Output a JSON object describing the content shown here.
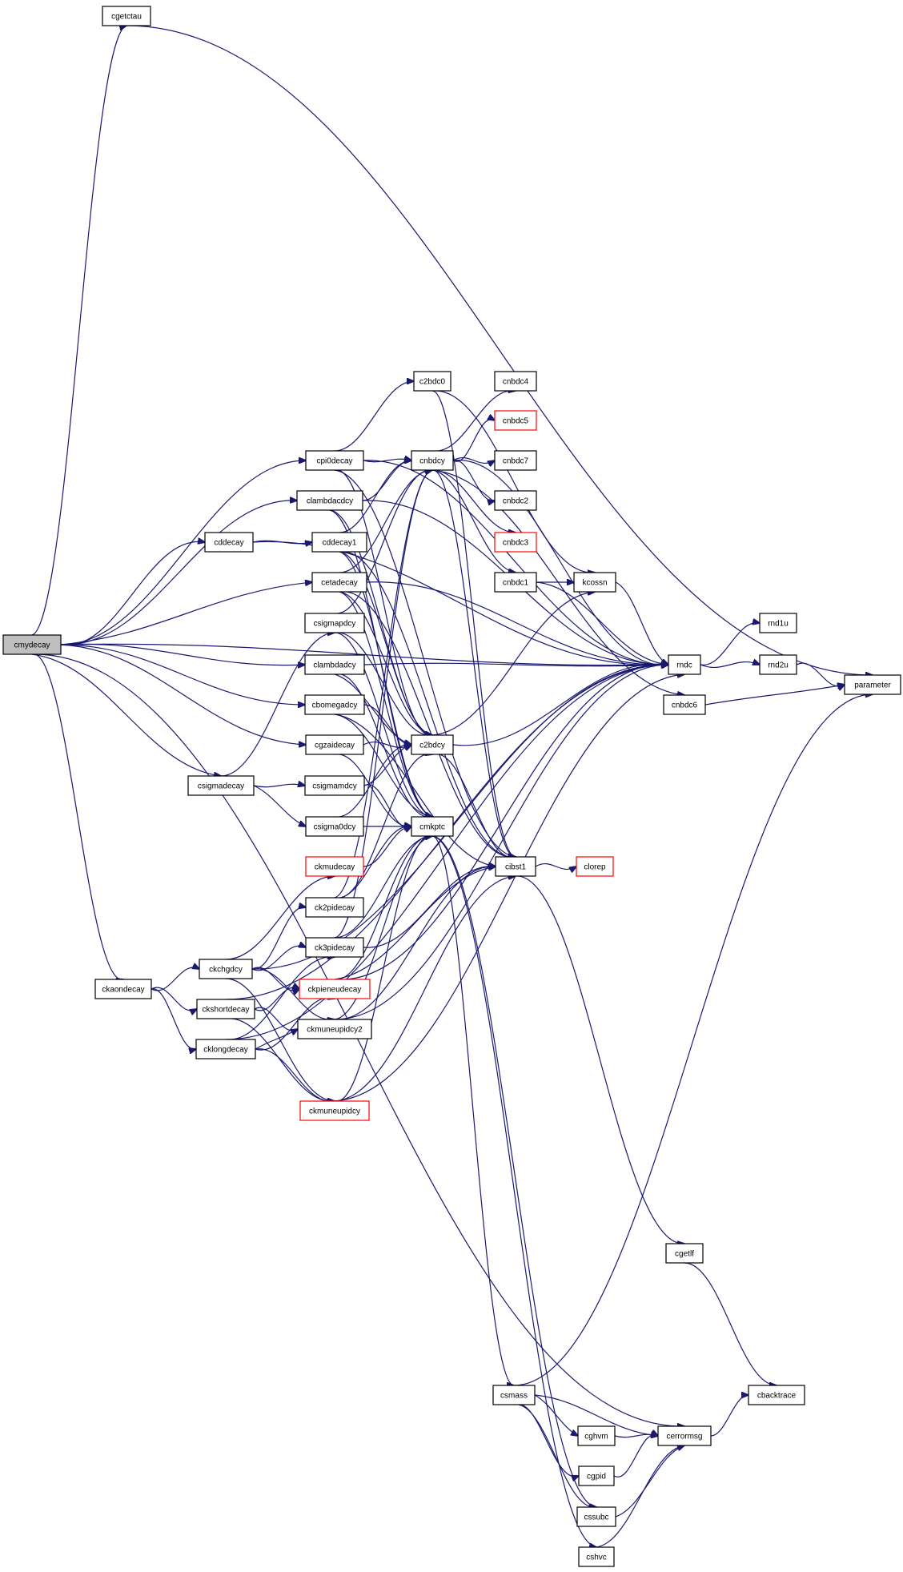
{
  "colors": {
    "edge": "#191970",
    "border": "#000000",
    "border_truncated": "#ff0000",
    "root_fill": "#bfbfbf"
  },
  "nodes": [
    {
      "id": "cmydecay",
      "label": "cmydecay",
      "root": true
    },
    {
      "id": "cgetctau",
      "label": "cgetctau"
    },
    {
      "id": "parameter",
      "label": "parameter"
    },
    {
      "id": "mdc",
      "label": "rndc"
    },
    {
      "id": "md1u",
      "label": "rnd1u"
    },
    {
      "id": "md2u",
      "label": "rnd2u"
    },
    {
      "id": "c2bdc0",
      "label": "c2bdc0"
    },
    {
      "id": "cnbdc4",
      "label": "cnbdc4"
    },
    {
      "id": "cnbdc5",
      "label": "cnbdc5",
      "truncated": true
    },
    {
      "id": "cpi0decay",
      "label": "cpi0decay"
    },
    {
      "id": "cnbdcy",
      "label": "cnbdcy"
    },
    {
      "id": "cnbdc7",
      "label": "cnbdc7"
    },
    {
      "id": "clambdacdcy",
      "label": "clambdacdcy"
    },
    {
      "id": "cnbdc2",
      "label": "cnbdc2"
    },
    {
      "id": "cddecay",
      "label": "cddecay"
    },
    {
      "id": "cddecay1",
      "label": "cddecay1"
    },
    {
      "id": "cnbdc3",
      "label": "cnbdc3",
      "truncated": true
    },
    {
      "id": "cetadecay",
      "label": "cetadecay"
    },
    {
      "id": "cnbdc1",
      "label": "cnbdc1"
    },
    {
      "id": "kcossn",
      "label": "kcossn"
    },
    {
      "id": "csigmapdcy",
      "label": "csigmapdcy"
    },
    {
      "id": "clambdadcy",
      "label": "clambdadcy"
    },
    {
      "id": "cbomegadcy",
      "label": "cbomegadcy"
    },
    {
      "id": "cnbdc6",
      "label": "cnbdc6"
    },
    {
      "id": "cgzaidecay",
      "label": "cgzaidecay"
    },
    {
      "id": "c2bdcy",
      "label": "c2bdcy"
    },
    {
      "id": "csigmadecay",
      "label": "csigmadecay"
    },
    {
      "id": "csigmamdcy",
      "label": "csigmamdcy"
    },
    {
      "id": "csigma0dcy",
      "label": "csigma0dcy"
    },
    {
      "id": "cmkptc",
      "label": "cmkptc"
    },
    {
      "id": "ckmudecay",
      "label": "ckmudecay",
      "truncated": true
    },
    {
      "id": "cibst1",
      "label": "cibst1"
    },
    {
      "id": "clorep",
      "label": "clorep",
      "truncated": true
    },
    {
      "id": "ck2pidecay",
      "label": "ck2pidecay"
    },
    {
      "id": "ck3pidecay",
      "label": "ck3pidecay"
    },
    {
      "id": "ckchgdcy",
      "label": "ckchgdcy"
    },
    {
      "id": "ckaondecay",
      "label": "ckaondecay"
    },
    {
      "id": "ckpieneudecay",
      "label": "ckpieneudecay",
      "truncated": true
    },
    {
      "id": "ckshortdecay",
      "label": "ckshortdecay"
    },
    {
      "id": "ckmuneupidcy2",
      "label": "ckmuneupidcy2"
    },
    {
      "id": "cklongdecay",
      "label": "cklongdecay"
    },
    {
      "id": "ckmuneupidcy",
      "label": "ckmuneupidcy",
      "truncated": true
    },
    {
      "id": "cgetlf",
      "label": "cgetlf"
    },
    {
      "id": "csmass",
      "label": "csmass"
    },
    {
      "id": "cbacktrace",
      "label": "cbacktrace"
    },
    {
      "id": "cghvm",
      "label": "cghvm"
    },
    {
      "id": "cerrormsg",
      "label": "cerrormsg"
    },
    {
      "id": "cgpid",
      "label": "cgpid"
    },
    {
      "id": "cssubc",
      "label": "cssubc"
    },
    {
      "id": "cshvc",
      "label": "cshvc"
    }
  ],
  "edges": [
    [
      "cmydecay",
      "cgetctau"
    ],
    [
      "cmydecay",
      "mdc"
    ],
    [
      "cmydecay",
      "cpi0decay"
    ],
    [
      "cmydecay",
      "clambdacdcy"
    ],
    [
      "cmydecay",
      "cddecay"
    ],
    [
      "cmydecay",
      "cetadecay"
    ],
    [
      "cmydecay",
      "clambdadcy"
    ],
    [
      "cmydecay",
      "cbomegadcy"
    ],
    [
      "cmydecay",
      "cgzaidecay"
    ],
    [
      "cmydecay",
      "csigmadecay"
    ],
    [
      "cmydecay",
      "ckaondecay"
    ],
    [
      "cmydecay",
      "cerrormsg"
    ],
    [
      "cgetctau",
      "parameter"
    ],
    [
      "mdc",
      "md1u"
    ],
    [
      "mdc",
      "md2u"
    ],
    [
      "md2u",
      "parameter"
    ],
    [
      "cpi0decay",
      "mdc"
    ],
    [
      "cpi0decay",
      "c2bdc0"
    ],
    [
      "cpi0decay",
      "cnbdcy"
    ],
    [
      "cpi0decay",
      "cibst1"
    ],
    [
      "cpi0decay",
      "c2bdcy"
    ],
    [
      "c2bdc0",
      "kcossn"
    ],
    [
      "c2bdc0",
      "cibst1"
    ],
    [
      "cnbdcy",
      "cnbdc4"
    ],
    [
      "cnbdcy",
      "cnbdc5"
    ],
    [
      "cnbdcy",
      "cnbdc7"
    ],
    [
      "cnbdcy",
      "cnbdc2"
    ],
    [
      "cnbdcy",
      "cnbdc3"
    ],
    [
      "cnbdcy",
      "cnbdc1"
    ],
    [
      "cnbdcy",
      "cnbdc6"
    ],
    [
      "cnbdcy",
      "mdc"
    ],
    [
      "cnbdcy",
      "cibst1"
    ],
    [
      "cnbdc1",
      "kcossn"
    ],
    [
      "cnbdc1",
      "mdc"
    ],
    [
      "kcossn",
      "mdc"
    ],
    [
      "cnbdc6",
      "parameter"
    ],
    [
      "clambdacdcy",
      "mdc"
    ],
    [
      "clambdacdcy",
      "cnbdcy"
    ],
    [
      "clambdacdcy",
      "c2bdcy"
    ],
    [
      "clambdacdcy",
      "cmkptc"
    ],
    [
      "cddecay",
      "mdc"
    ],
    [
      "cddecay",
      "cddecay1"
    ],
    [
      "cddecay1",
      "cnbdcy"
    ],
    [
      "cddecay1",
      "c2bdcy"
    ],
    [
      "cddecay1",
      "cmkptc"
    ],
    [
      "cddecay1",
      "cibst1"
    ],
    [
      "cetadecay",
      "mdc"
    ],
    [
      "cetadecay",
      "cnbdcy"
    ],
    [
      "cetadecay",
      "c2bdcy"
    ],
    [
      "cetadecay",
      "cmkptc"
    ],
    [
      "cetadecay",
      "cibst1"
    ],
    [
      "csigmapdcy",
      "c2bdcy"
    ],
    [
      "csigmapdcy",
      "cmkptc"
    ],
    [
      "csigmapdcy",
      "cnbdcy"
    ],
    [
      "clambdadcy",
      "c2bdcy"
    ],
    [
      "clambdadcy",
      "cmkptc"
    ],
    [
      "clambdadcy",
      "mdc"
    ],
    [
      "cbomegadcy",
      "c2bdcy"
    ],
    [
      "cbomegadcy",
      "cmkptc"
    ],
    [
      "cbomegadcy",
      "cibst1"
    ],
    [
      "cgzaidecay",
      "c2bdcy"
    ],
    [
      "cgzaidecay",
      "cmkptc"
    ],
    [
      "csigmadecay",
      "csigmapdcy"
    ],
    [
      "csigmadecay",
      "csigmamdcy"
    ],
    [
      "csigmadecay",
      "csigma0dcy"
    ],
    [
      "csigmamdcy",
      "cmkptc"
    ],
    [
      "csigmamdcy",
      "c2bdcy"
    ],
    [
      "csigma0dcy",
      "cmkptc"
    ],
    [
      "csigma0dcy",
      "c2bdcy"
    ],
    [
      "c2bdcy",
      "mdc"
    ],
    [
      "c2bdcy",
      "cibst1"
    ],
    [
      "c2bdcy",
      "kcossn"
    ],
    [
      "cmkptc",
      "csmass"
    ],
    [
      "cmkptc",
      "cssubc"
    ],
    [
      "cmkptc",
      "cshvc"
    ],
    [
      "cibst1",
      "clorep"
    ],
    [
      "cibst1",
      "cgetlf"
    ],
    [
      "ckmudecay",
      "cmkptc"
    ],
    [
      "ck2pidecay",
      "cmkptc"
    ],
    [
      "ck2pidecay",
      "c2bdcy"
    ],
    [
      "ck2pidecay",
      "cnbdcy"
    ],
    [
      "ck3pidecay",
      "cnbdcy"
    ],
    [
      "ck3pidecay",
      "cmkptc"
    ],
    [
      "ck3pidecay",
      "cibst1"
    ],
    [
      "ckaondecay",
      "ckchgdcy"
    ],
    [
      "ckaondecay",
      "ckshortdecay"
    ],
    [
      "ckaondecay",
      "cklongdecay"
    ],
    [
      "ckchgdcy",
      "ckmudecay"
    ],
    [
      "ckchgdcy",
      "ck2pidecay"
    ],
    [
      "ckchgdcy",
      "ck3pidecay"
    ],
    [
      "ckchgdcy",
      "ckpieneudecay"
    ],
    [
      "ckchgdcy",
      "ckmuneupidcy2"
    ],
    [
      "ckchgdcy",
      "ckmuneupidcy"
    ],
    [
      "ckchgdcy",
      "mdc"
    ],
    [
      "ckshortdecay",
      "ckpieneudecay"
    ],
    [
      "ckshortdecay",
      "ckmuneupidcy2"
    ],
    [
      "ckshortdecay",
      "ckmuneupidcy"
    ],
    [
      "ckshortdecay",
      "mdc"
    ],
    [
      "cklongdecay",
      "ck3pidecay"
    ],
    [
      "cklongdecay",
      "ckpieneudecay"
    ],
    [
      "cklongdecay",
      "ckmuneupidcy2"
    ],
    [
      "cklongdecay",
      "ckmuneupidcy"
    ],
    [
      "cklongdecay",
      "mdc"
    ],
    [
      "ckpieneudecay",
      "cmkptc"
    ],
    [
      "ckpieneudecay",
      "mdc"
    ],
    [
      "ckpieneudecay",
      "cibst1"
    ],
    [
      "ckmuneupidcy2",
      "cmkptc"
    ],
    [
      "ckmuneupidcy2",
      "mdc"
    ],
    [
      "ckmuneupidcy2",
      "cibst1"
    ],
    [
      "ckmuneupidcy",
      "cmkptc"
    ],
    [
      "ckmuneupidcy",
      "mdc"
    ],
    [
      "ckmuneupidcy",
      "cibst1"
    ],
    [
      "cgetlf",
      "cbacktrace"
    ],
    [
      "csmass",
      "cerrormsg"
    ],
    [
      "csmass",
      "cghvm"
    ],
    [
      "csmass",
      "cgpid"
    ],
    [
      "csmass",
      "cssubc"
    ],
    [
      "csmass",
      "parameter"
    ],
    [
      "cghvm",
      "cerrormsg"
    ],
    [
      "cgpid",
      "cerrormsg"
    ],
    [
      "cssubc",
      "cerrormsg"
    ],
    [
      "cshvc",
      "cerrormsg"
    ],
    [
      "cerrormsg",
      "cbacktrace"
    ]
  ]
}
